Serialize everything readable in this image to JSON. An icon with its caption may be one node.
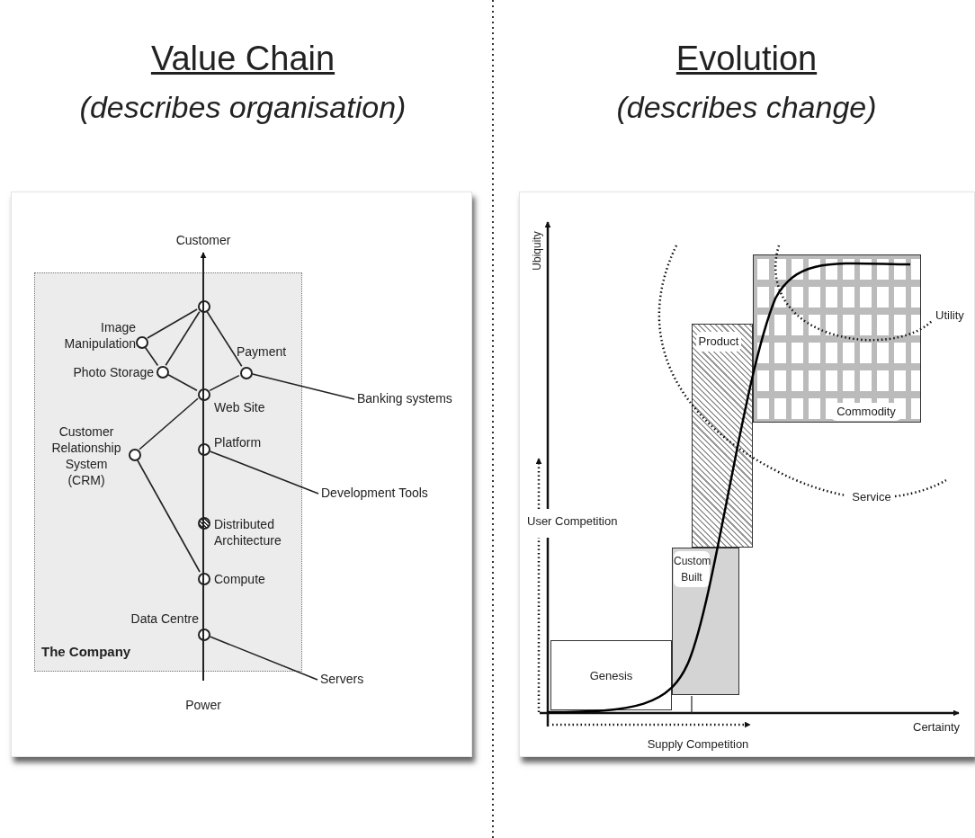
{
  "diagram": {
    "nodes": [
      {
        "text": [
          "The Company"
        ]
      },
      {
        "text": [],
        "shape": "circle",
        "in": 0
      },
      {
        "text": [],
        "shape": "circle",
        "beside": [
          "Image Manipulation"
        ],
        "in": 0
      },
      {
        "text": [],
        "shape": "circle",
        "beside": [
          "Photo Storage"
        ],
        "in": 0
      },
      {
        "text": [],
        "shape": "circle",
        "beside": [
          "Payment"
        ],
        "in": 0
      },
      {
        "text": [],
        "shape": "circle",
        "beside": [
          "Web Site"
        ],
        "in": 0
      },
      {
        "text": [],
        "shape": "circle",
        "beside": [
          "Customer Relationship System (CRM)"
        ],
        "in": 0
      },
      {
        "text": [],
        "shape": "circle",
        "beside": [
          "Platform"
        ],
        "in": 0
      },
      {
        "text": [],
        "shape": "circle",
        "beside": [
          "Distributed Architecture"
        ],
        "in": 0
      },
      {
        "text": [],
        "shape": "circle",
        "beside": [
          "Compute"
        ],
        "in": 0
      },
      {
        "text": [],
        "shape": "circle",
        "beside": [
          "Data Centre"
        ],
        "in": 0
      },
      {
        "text": [
          "Banking systems"
        ]
      },
      {
        "text": [
          "Development Tools"
        ]
      },
      {
        "text": [
          "Servers"
        ]
      },
      {
        "text": [
          "Genesis"
        ]
      },
      {
        "text": [
          "Custom Built"
        ]
      },
      {
        "text": [
          "Product"
        ]
      },
      {
        "text": [
          "Commodity"
        ]
      }
    ],
    "edges": [
      {
        "from": 1,
        "to": 2,
        "arrow": "none"
      },
      {
        "from": 1,
        "to": 3,
        "arrow": "none"
      },
      {
        "from": 1,
        "to": 4,
        "arrow": "none"
      },
      {
        "from": 1,
        "to": 5,
        "arrow": "none"
      },
      {
        "from": 2,
        "to": 3,
        "arrow": "none"
      },
      {
        "from": 3,
        "to": 5,
        "arrow": "none"
      },
      {
        "from": 4,
        "to": 5,
        "arrow": "none"
      },
      {
        "from": 4,
        "to": 11,
        "arrow": "none"
      },
      {
        "from": 5,
        "to": 6,
        "arrow": "none"
      },
      {
        "from": 5,
        "to": 7,
        "arrow": "none"
      },
      {
        "from": 6,
        "to": 9,
        "arrow": "none"
      },
      {
        "from": 7,
        "to": 8,
        "arrow": "none"
      },
      {
        "from": 7,
        "to": 12,
        "arrow": "none"
      },
      {
        "from": 8,
        "to": 9,
        "arrow": "none"
      },
      {
        "from": 9,
        "to": 10,
        "arrow": "none"
      },
      {
        "from": 10,
        "to": 13,
        "arrow": "none"
      }
    ],
    "labels": [
      "Value Chain",
      "(describes organisation)",
      "Evolution",
      "(describes change)",
      "Customer",
      "Power",
      "Ubiquity",
      "Utility",
      "Service",
      "User Competition",
      "Certainty",
      "Supply Competition"
    ]
  }
}
